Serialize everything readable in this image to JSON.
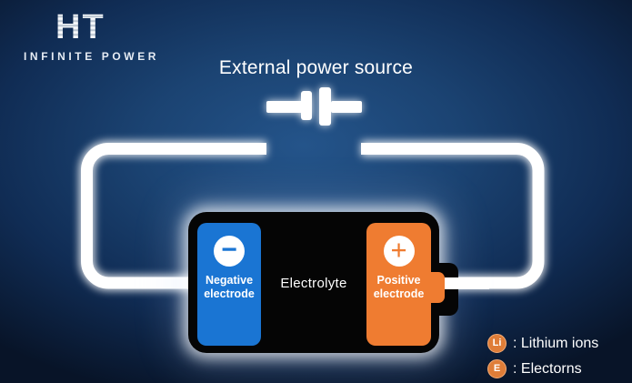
{
  "colors": {
    "bg_center": "#24548a",
    "bg_edge": "#081428",
    "wire_white": "#ffffff",
    "battery_black": "#050505",
    "electrode_blue": "#1a75d3",
    "electrode_orange": "#ef7c31",
    "legend_orange": "#df7d38"
  },
  "logo": {
    "title": "HT",
    "subtitle": "INFINITE POWER"
  },
  "header": {
    "title": "External power source"
  },
  "battery": {
    "negative": {
      "symbol": "−",
      "line1": "Negative",
      "line2": "electrode"
    },
    "positive": {
      "symbol": "+",
      "line1": "Positive",
      "line2": "electrode"
    },
    "electrolyte": "Electrolyte"
  },
  "legend": {
    "items": [
      {
        "symbol": "Li",
        "label": ": Lithium ions"
      },
      {
        "symbol": "E",
        "label": ": Electorns"
      }
    ]
  }
}
